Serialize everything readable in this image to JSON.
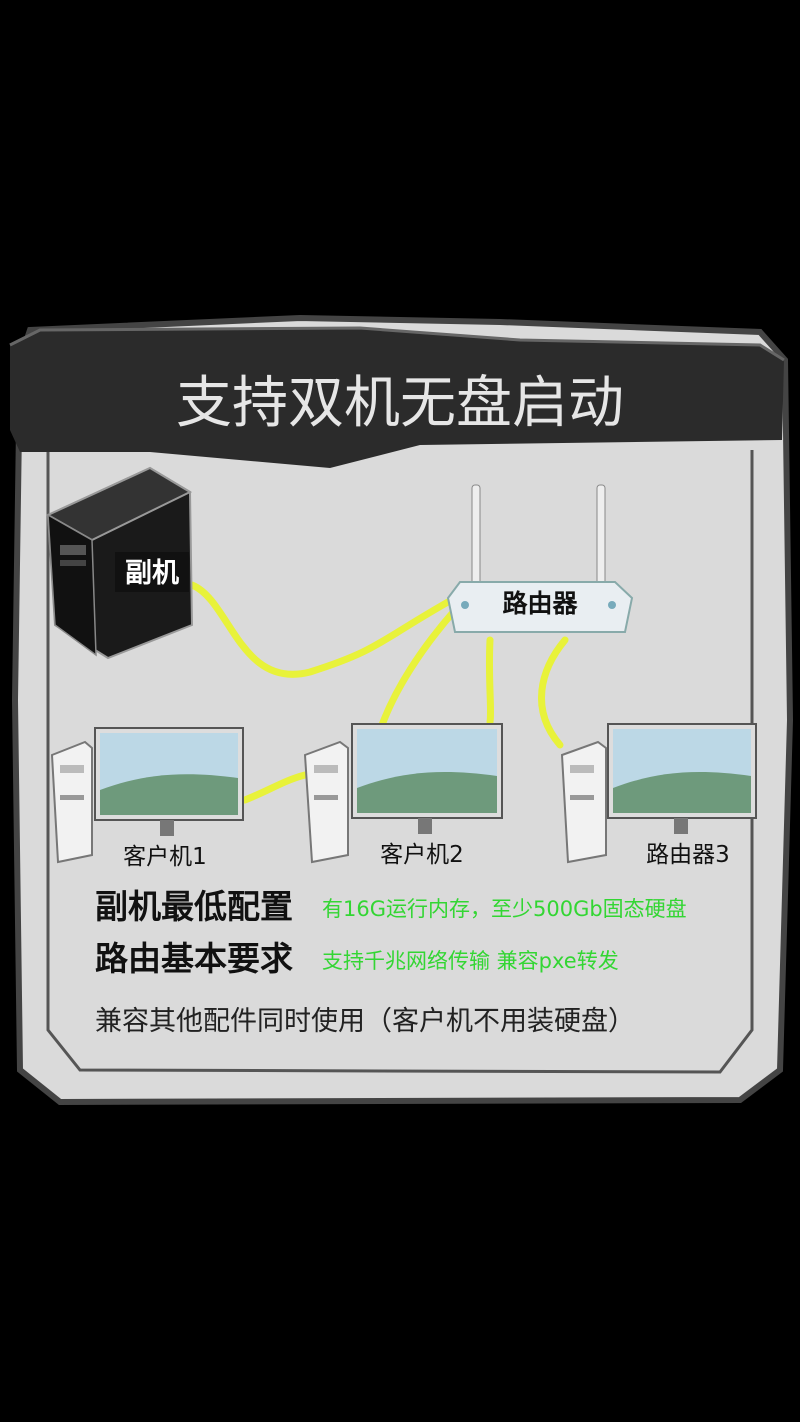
{
  "title": "支持双机无盘启动",
  "nodes": {
    "sub_machine": "副机",
    "router": "路由器",
    "client1": "客户机1",
    "client2": "客户机2",
    "client3": "路由器3"
  },
  "specs": [
    {
      "label": "副机最低配置",
      "value": "有16G运行内存，至少500Gb固态硬盘"
    },
    {
      "label": "路由基本要求",
      "value": "支持千兆网络传输  兼容pxe转发"
    }
  ],
  "note": "兼容其他配件同时使用（客户机不用装硬盘）",
  "colors": {
    "background": "#000000",
    "panel": "#dadada",
    "panel_border": "#555555",
    "banner": "#2b2b2b",
    "cable": "#e8f23a",
    "spec_value": "#33d633"
  }
}
